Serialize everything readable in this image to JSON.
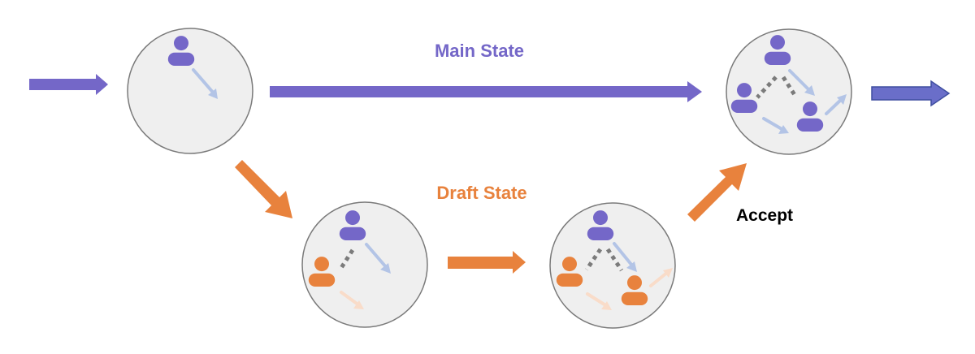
{
  "labels": {
    "main_state": "Main State",
    "draft_state": "Draft State",
    "accept": "Accept"
  },
  "colors": {
    "main": "#7467c8",
    "main_light": "#b3c4e6",
    "draft": "#e8823d",
    "draft_light": "#f9dcc9",
    "dots": "#7b7b7b",
    "exit_arrow": "#6a6ec9",
    "circle_fill": "#efefef",
    "circle_stroke": "#7a7a7a",
    "accept_text": "#000000"
  },
  "nodes": [
    {
      "id": "main-start",
      "persons": [
        "main"
      ]
    },
    {
      "id": "main-end",
      "persons": [
        "main",
        "main",
        "main"
      ]
    },
    {
      "id": "draft-1",
      "persons": [
        "main",
        "draft"
      ]
    },
    {
      "id": "draft-2",
      "persons": [
        "main",
        "draft",
        "draft"
      ]
    }
  ]
}
